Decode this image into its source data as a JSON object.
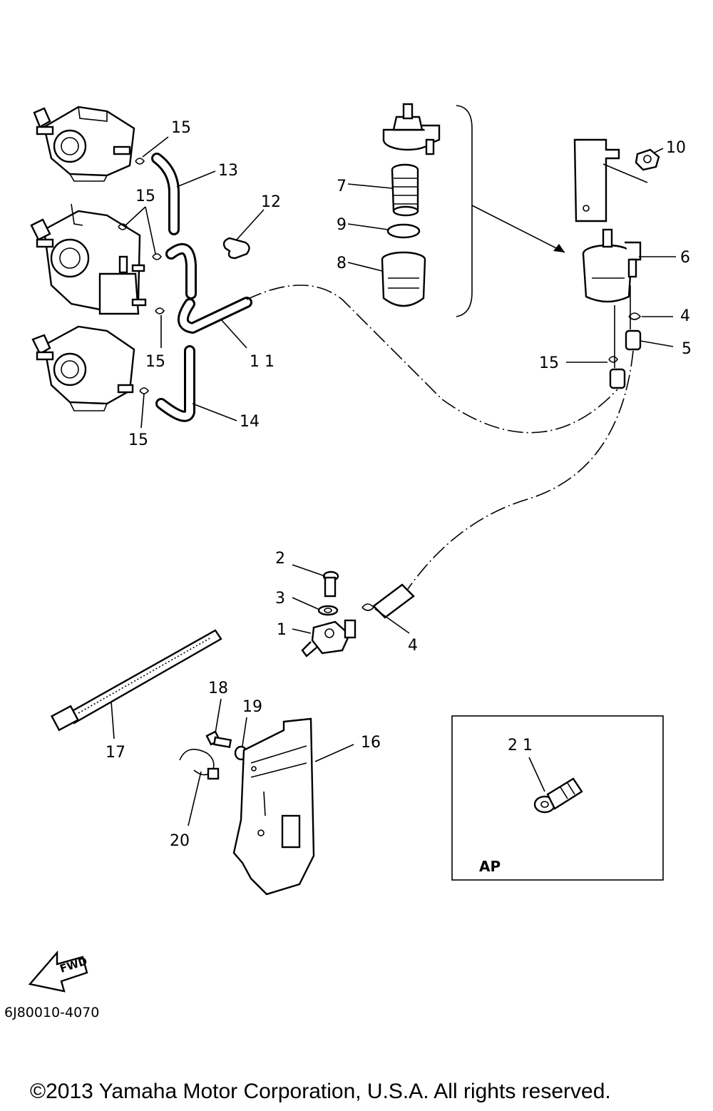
{
  "diagram": {
    "diagram_code": "6J80010-4070",
    "copyright": "©2013 Yamaha Motor Corporation, U.S.A. All rights reserved.",
    "fwd_label": "FWD",
    "inset_label": "AP",
    "callouts": {
      "c1": "1",
      "c2": "2",
      "c3": "3",
      "c4a": "4",
      "c4b": "4",
      "c5": "5",
      "c6": "6",
      "c7": "7",
      "c8": "8",
      "c9": "9",
      "c10": "10",
      "c11": "1 1",
      "c12": "12",
      "c13": "13",
      "c14": "14",
      "c15a": "15",
      "c15b": "15",
      "c15c": "15",
      "c15d": "15",
      "c15e": "15",
      "c16": "16",
      "c17": "17",
      "c18": "18",
      "c19": "19",
      "c20": "20",
      "c21": "2 1"
    }
  }
}
